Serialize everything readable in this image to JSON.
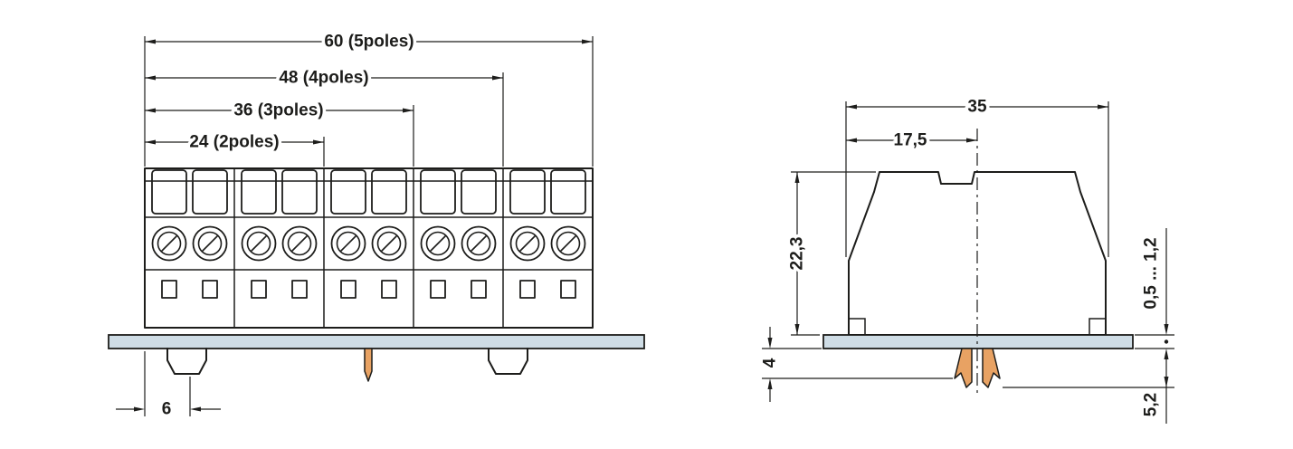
{
  "drawing": {
    "description": "terminal block dimension drawing, front and side views",
    "front_view": {
      "dim_60": "60 (5poles)",
      "dim_48": "48 (4poles)",
      "dim_36": "36 (3poles)",
      "dim_24": "24 (2poles)",
      "dim_6": "6"
    },
    "side_view": {
      "dim_35": "35",
      "dim_17_5": "17,5",
      "dim_22_3": "22,3",
      "dim_4": "4",
      "dim_plate_thickness": "0,5 ... 1,2",
      "dim_5_2": "5,2"
    },
    "colors": {
      "line": "#1d1d1b",
      "plate_fill": "#cfdde6",
      "foot_fill": "#e8a263",
      "background": "#ffffff"
    }
  }
}
